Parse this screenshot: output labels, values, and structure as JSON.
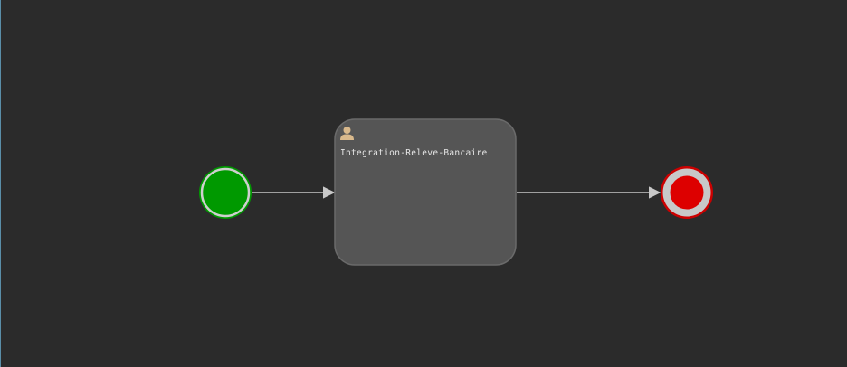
{
  "diagram": {
    "task": {
      "label": "Integration-Releve-Bancaire",
      "icon": "user-task-icon"
    },
    "start_event": {
      "kind": "start-event"
    },
    "end_event": {
      "kind": "end-event"
    }
  },
  "colors": {
    "background": "#2b2b2b",
    "task_fill": "#555555",
    "task_stroke": "#6a6a6a",
    "start_fill": "#009900",
    "start_ring": "#cfcfcf",
    "end_fill": "#dd0000",
    "end_ring": "#c8c8c8",
    "end_outline": "#cc0000",
    "flow": "#c8c8c8",
    "icon": "#d9b98c"
  }
}
